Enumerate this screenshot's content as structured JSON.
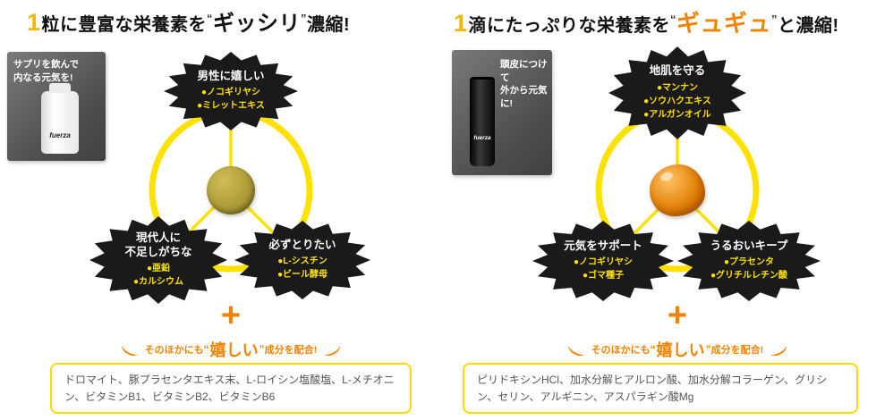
{
  "colors": {
    "accent_yellow": "#f5b500",
    "accent_orange": "#f08300",
    "ring_yellow": "#ffe100",
    "badge_black": "#1a1a1a",
    "box_border_yellow": "#ffd900"
  },
  "panels": [
    {
      "header": {
        "num": "1",
        "lead": "粒に豊富な栄養素を",
        "quote_open": "“",
        "emph": "ギッシリ",
        "quote_close": "”",
        "tail": "濃縮!"
      },
      "photo": {
        "caption": "サプリを飲んで\n内なる元気を!",
        "logo": "fuerza"
      },
      "bursts": [
        {
          "title": "男性に嬉しい",
          "items": [
            "●ノコギリヤシ",
            "●ミレットエキス"
          ]
        },
        {
          "title": "現代人に\n不足しがちな",
          "items": [
            "●亜鉛",
            "●カルシウム"
          ]
        },
        {
          "title": "必ずとりたい",
          "items": [
            "●L-シスチン",
            "●ビール酵母"
          ]
        }
      ],
      "plus": "+",
      "ribbon": {
        "lead": "そのほかにも",
        "quote_open": "“",
        "emph": "嬉しい",
        "quote_close": "”",
        "tail": "成分を配合!"
      },
      "ingredients": "ドロマイト、豚プラセンタエキス末、L-ロイシン塩酸塩、L-メチオニン、ビタミンB1、ビタミンB2、ビタミンB6"
    },
    {
      "header": {
        "num": "1",
        "lead": "滴にたっぷりな栄養素を",
        "quote_open": "“",
        "emph": "ギュギュ",
        "quote_close": "”",
        "tail": "と濃縮!"
      },
      "photo": {
        "caption": "頭皮につけて\n外から元気に!",
        "logo": "fuerza"
      },
      "bursts": [
        {
          "title": "地肌を守る",
          "items": [
            "●マンナン",
            "●ソウハクエキス",
            "●アルガンオイル"
          ]
        },
        {
          "title": "元気をサポート",
          "items": [
            "●ノコギリヤシ",
            "●ゴマ種子"
          ]
        },
        {
          "title": "うるおいキープ",
          "items": [
            "●プラセンタ",
            "●グリチルレチン酸"
          ]
        }
      ],
      "plus": "+",
      "ribbon": {
        "lead": "そのほかにも",
        "quote_open": "“",
        "emph": "嬉しい",
        "quote_close": "”",
        "tail": "成分を配合!"
      },
      "ingredients": "ピリドキシンHCl、加水分解ヒアルロン酸、加水分解コラーゲン、グリシン、セリン、アルギニン、アスパラギン酸Mg"
    }
  ]
}
